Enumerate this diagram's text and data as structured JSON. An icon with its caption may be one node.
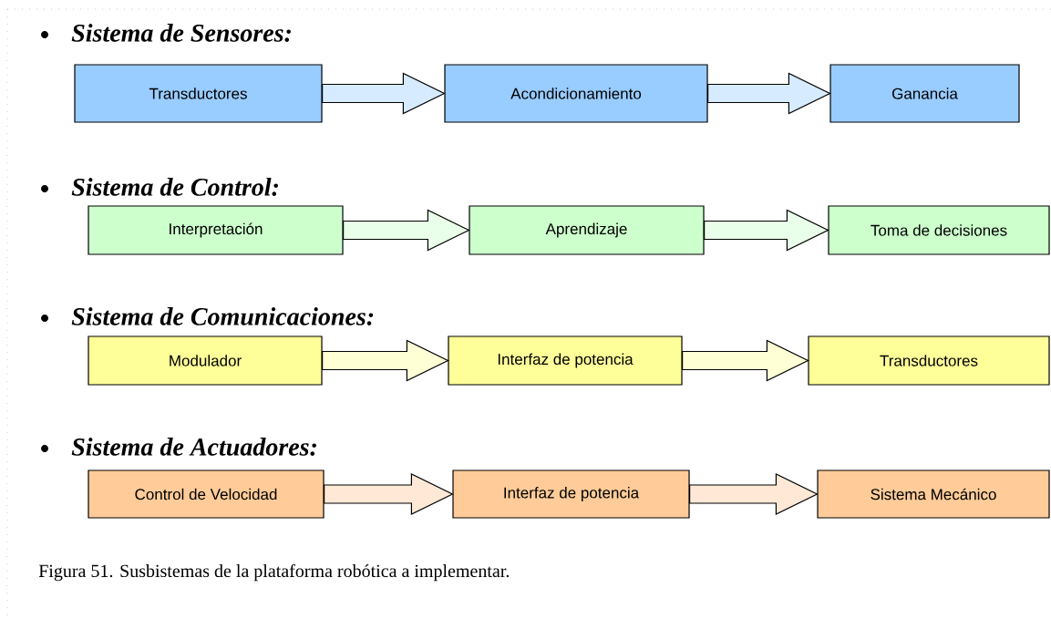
{
  "diagram": {
    "caption": "Figura 51. Susbistemas de la plataforma robótica a implementar.",
    "nodes": [
      {
        "text": [
          "Transductores"
        ]
      },
      {
        "text": [
          "Acondicionamiento"
        ]
      },
      {
        "text": [
          "Ganancia"
        ]
      },
      {
        "text": [
          "Interpretación"
        ]
      },
      {
        "text": [
          "Aprendizaje"
        ]
      },
      {
        "text": [
          "Toma de decisiones"
        ]
      },
      {
        "text": [
          "Modulador"
        ]
      },
      {
        "text": [
          "Interfaz de potencia"
        ]
      },
      {
        "text": [
          "Transductores"
        ]
      },
      {
        "text": [
          "Control de Velocidad"
        ]
      },
      {
        "text": [
          "Interfaz de potencia"
        ]
      },
      {
        "text": [
          "Sistema Mecánico"
        ]
      }
    ],
    "edges": [
      {
        "from": 0,
        "to": 1,
        "arrow": "to"
      },
      {
        "from": 1,
        "to": 2,
        "arrow": "to"
      },
      {
        "from": 3,
        "to": 4,
        "arrow": "to"
      },
      {
        "from": 4,
        "to": 5,
        "arrow": "to"
      },
      {
        "from": 6,
        "to": 7,
        "arrow": "to"
      },
      {
        "from": 7,
        "to": 8,
        "arrow": "to"
      },
      {
        "from": 9,
        "to": 10,
        "arrow": "to"
      },
      {
        "from": 10,
        "to": 11,
        "arrow": "to"
      }
    ],
    "labels": [
      "Sistema de Sensores:",
      "Sistema de Control:",
      "Sistema de Comunicaciones:",
      "Sistema de Actuadores:"
    ]
  }
}
